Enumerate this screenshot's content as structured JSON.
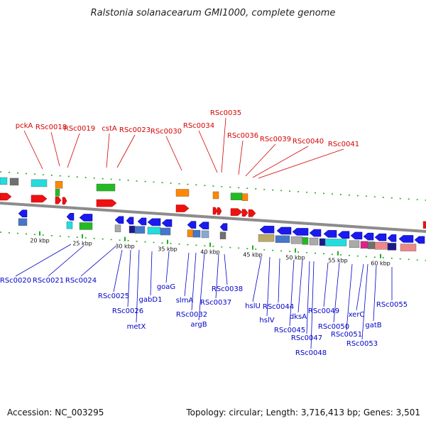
{
  "title": "Ralstonia solanacearum GMI1000, complete genome",
  "footer": {
    "accession": "Accession: NC_003295",
    "summary": "Topology: circular; Length: 3,716,413 bp; Genes: 3,501"
  },
  "colors": {
    "forward_label": "#d40000",
    "reverse_label": "#0000c8",
    "forward_gene": "#ee1111",
    "reverse_gene": "#1a1aee",
    "backbone": "#8c8c8c",
    "tick": "#22aa22"
  },
  "scale_ticks": [
    "20 kbp",
    "25 kbp",
    "30 kbp",
    "35 kbp",
    "40 kbp",
    "45 kbp",
    "50 kbp",
    "55 kbp",
    "60 kbp"
  ],
  "forward_labels": [
    "pckA",
    "RSc0018",
    "RSc0019",
    "cstA",
    "RSc0023",
    "RSc0030",
    "RSc0034",
    "RSc0035",
    "RSc0036",
    "RSc0039",
    "RSc0040",
    "RSc0041"
  ],
  "reverse_labels": [
    "RSc0020",
    "RSc0021",
    "RSc0024",
    "RSc0025",
    "RSc0026",
    "metX",
    "gabD1",
    "goaG",
    "slmA",
    "RSc0032",
    "argB",
    "RSc0037",
    "RSc0038",
    "hslU",
    "hslV",
    "RSc0044",
    "RSc0045",
    "dksA",
    "RSc0047",
    "RSc0048",
    "RSc0049",
    "RSc0050",
    "RSc0051",
    "xerC",
    "RSc0053",
    "gatB",
    "RSc0055"
  ]
}
